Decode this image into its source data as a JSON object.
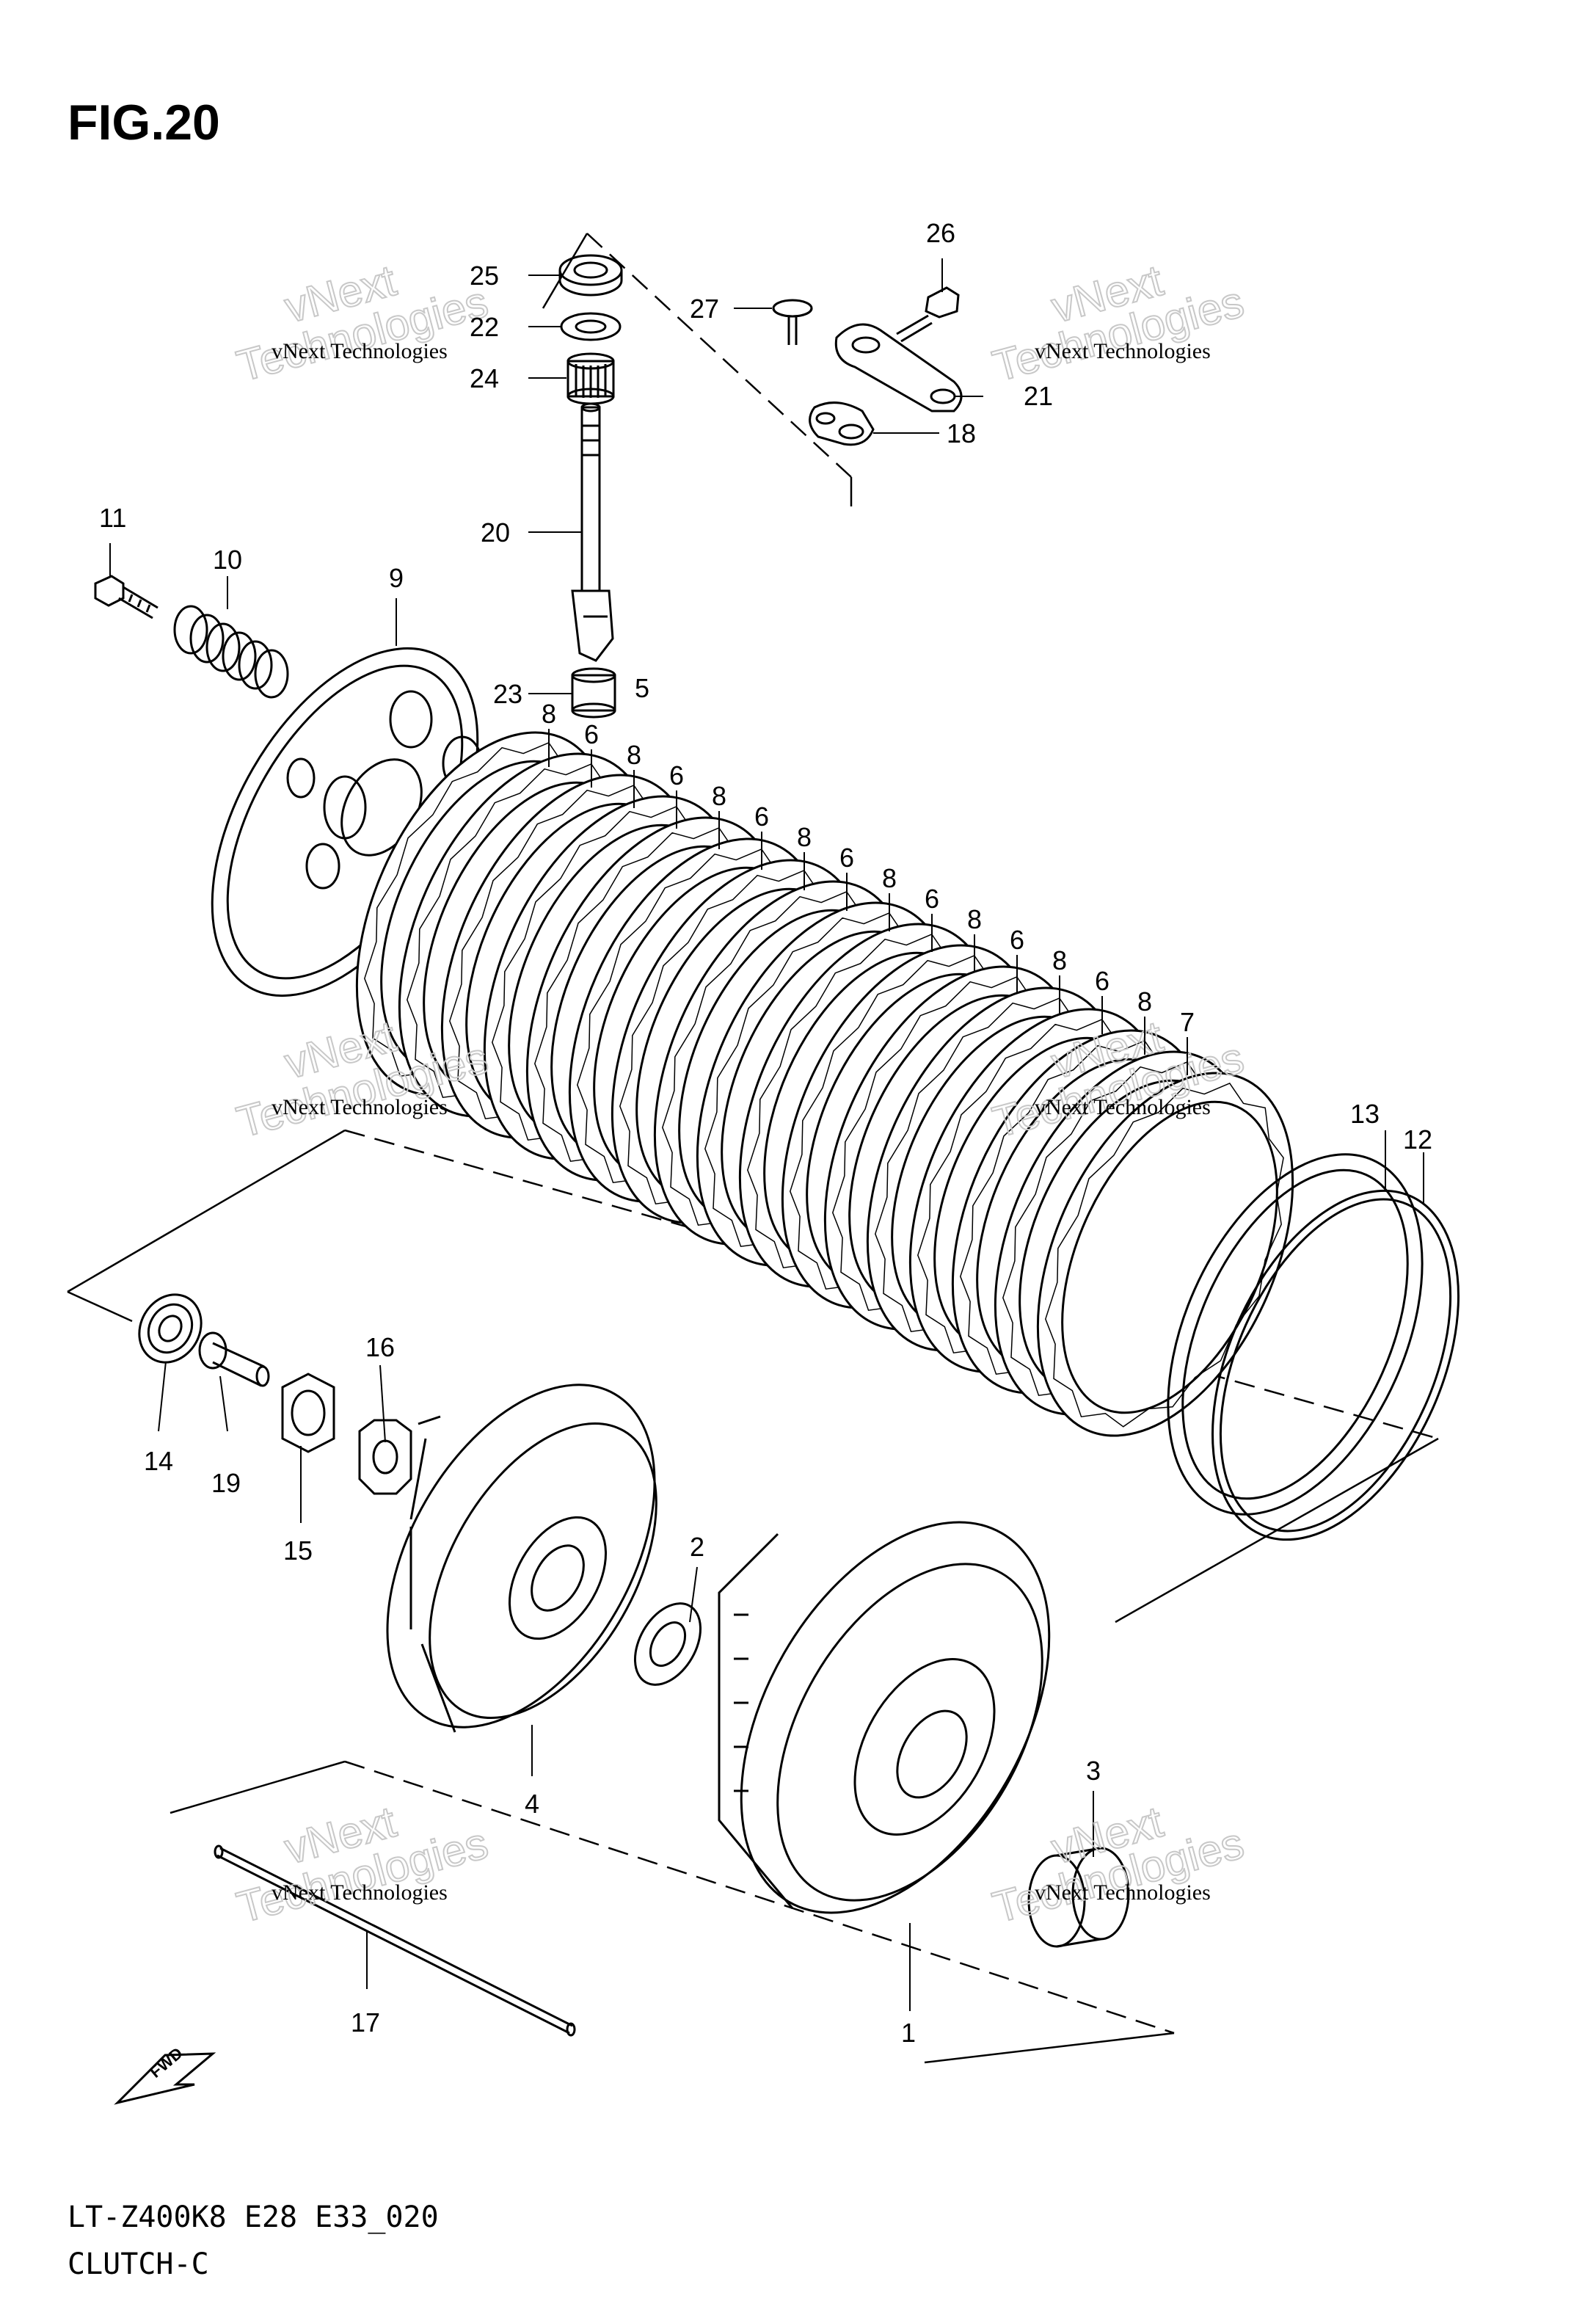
{
  "figure": {
    "title": "FIG.20",
    "model_code": "LT-Z400K8 E28 E33_020",
    "section_name": "CLUTCH-C"
  },
  "watermark": {
    "line1": "vNext Technologies",
    "line2": "vNext",
    "line3": "Technologies"
  },
  "fwd_label": "FWD",
  "parts": [
    {
      "ref": "1"
    },
    {
      "ref": "2"
    },
    {
      "ref": "3"
    },
    {
      "ref": "4"
    },
    {
      "ref": "5"
    },
    {
      "ref": "6"
    },
    {
      "ref": "7"
    },
    {
      "ref": "8"
    },
    {
      "ref": "9"
    },
    {
      "ref": "10"
    },
    {
      "ref": "11"
    },
    {
      "ref": "12"
    },
    {
      "ref": "13"
    },
    {
      "ref": "14"
    },
    {
      "ref": "15"
    },
    {
      "ref": "16"
    },
    {
      "ref": "17"
    },
    {
      "ref": "18"
    },
    {
      "ref": "19"
    },
    {
      "ref": "20"
    },
    {
      "ref": "21"
    },
    {
      "ref": "22"
    },
    {
      "ref": "23"
    },
    {
      "ref": "24"
    },
    {
      "ref": "25"
    },
    {
      "ref": "26"
    },
    {
      "ref": "27"
    }
  ],
  "plate_callouts": [
    "8",
    "6",
    "8",
    "6",
    "8",
    "6",
    "8",
    "6",
    "8",
    "6",
    "8",
    "6",
    "8",
    "6",
    "8",
    "7"
  ]
}
